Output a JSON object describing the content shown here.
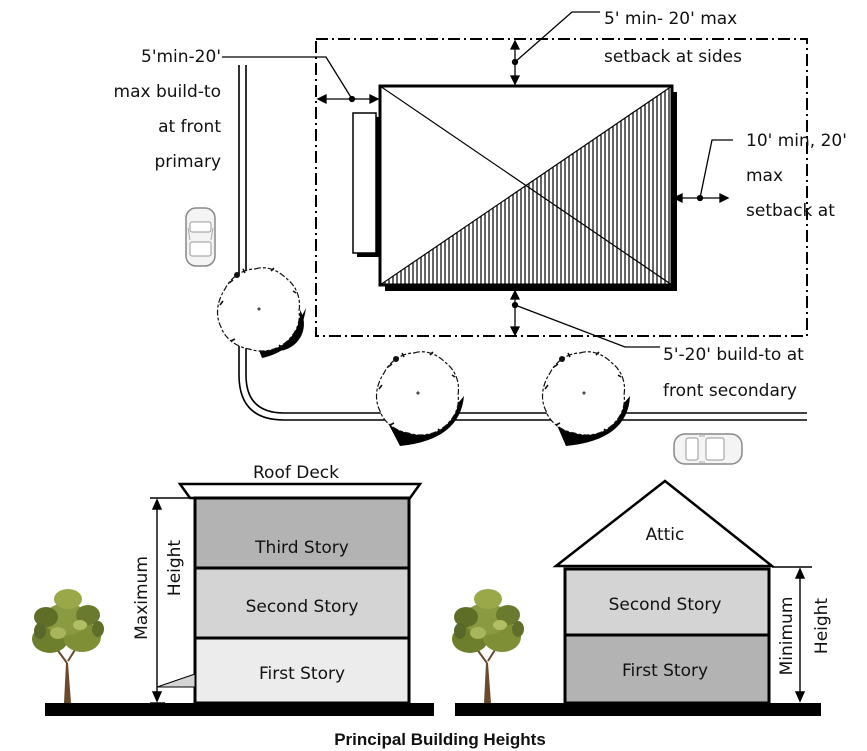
{
  "site_plan": {
    "front_primary_lines": [
      "5'min-20'",
      "max build-to",
      "at front",
      "primary"
    ],
    "sides_lines": [
      "5' min- 20' max",
      "setback at sides"
    ],
    "rear_lines": [
      "10' min, 20'",
      "max",
      "setback at"
    ],
    "front_secondary_lines": [
      "5'-20' build-to at",
      "front secondary"
    ]
  },
  "section": {
    "roof_deck": "Roof Deck",
    "third_story": "Third Story",
    "second_story_left": "Second Story",
    "first_story_left": "First Story",
    "maximum": "Maximum",
    "height_left": "Height",
    "attic": "Attic",
    "second_story_right": "Second  Story",
    "first_story_right": "First Story",
    "minimum": "Minimum",
    "height_right": "Height"
  },
  "caption": "Principal Building Heights",
  "colors": {
    "third_story_fill": "#b3b3b3",
    "second_story_fill": "#d4d4d4",
    "first_story_left_fill": "#ececec",
    "first_story_right_fill": "#b3b3b3",
    "ground": "#000000"
  }
}
